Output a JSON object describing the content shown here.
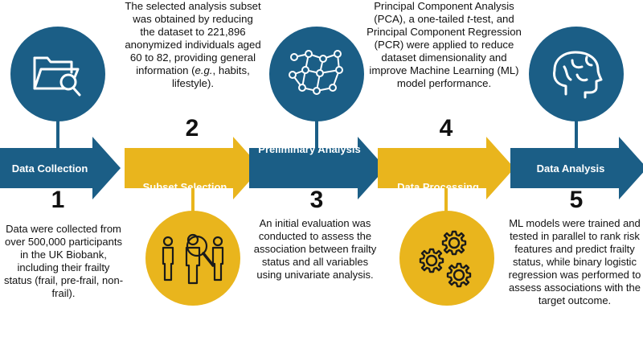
{
  "colors": {
    "blue": "#1b5e86",
    "gold": "#e9b51d"
  },
  "steps": [
    {
      "number": "1",
      "title": "Data Collection",
      "description": "Data were collected from over 500,000 participants in the UK Biobank, including their frailty status (frail, pre-frail, non-frail).",
      "icon": "folder-search-icon"
    },
    {
      "number": "2",
      "title": "Subset Selection",
      "description_parts": [
        "The selected analysis subset was obtained by reducing the dataset to 221,896 anonymized individuals aged 60 to 82, providing general information (",
        "e.g.",
        ", habits, lifestyle)."
      ],
      "icon": "people-search-icon"
    },
    {
      "number": "3",
      "title": "Preliminary Analysis",
      "description": "An initial evaluation was conducted to assess the association between frailty status and all variables using univariate analysis.",
      "icon": "network-icon"
    },
    {
      "number": "4",
      "title": "Data Processing",
      "description_parts": [
        "Principal Component Analysis (PCA), a one-tailed ",
        "t",
        "-test, and Principal Component Regression (PCR) were applied to reduce dataset dimensionality and improve Machine Learning (ML) model performance."
      ],
      "icon": "gears-icon"
    },
    {
      "number": "5",
      "title": "Data Analysis",
      "description": "ML models were trained and tested in parallel to rank risk features and predict frailty status, while binary logistic regression was performed to assess associations with the target outcome.",
      "icon": "brain-icon"
    }
  ]
}
